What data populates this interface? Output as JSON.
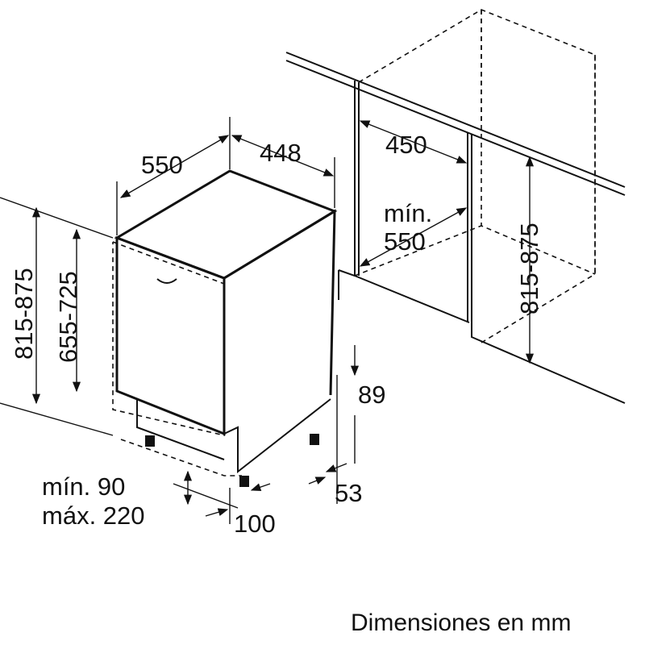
{
  "dimensions": {
    "depth": "550",
    "width": "448",
    "niche_width": "450",
    "niche_depth_label": "mín.",
    "niche_depth": "550",
    "height_left": "815-875",
    "door_height": "655-725",
    "niche_height": "815-875",
    "plinth_height": "89",
    "plinth_recess": "53",
    "plinth_min": "mín. 90",
    "plinth_max": "máx. 220",
    "foot_offset": "100"
  },
  "caption": "Dimensiones en mm"
}
